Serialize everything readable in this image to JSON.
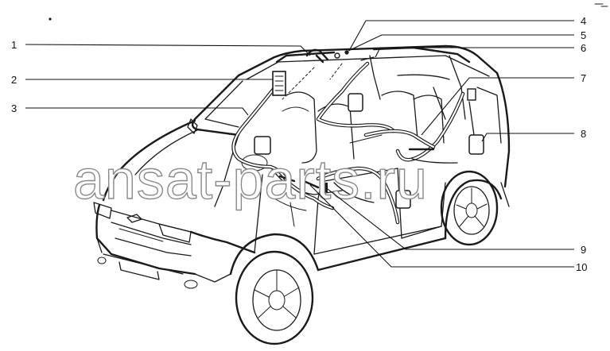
{
  "diagram": {
    "watermark": "ansat-parts.ru",
    "callouts": [
      {
        "id": "1",
        "label": "1"
      },
      {
        "id": "2",
        "label": "2"
      },
      {
        "id": "3",
        "label": "3"
      },
      {
        "id": "4",
        "label": "4"
      },
      {
        "id": "5",
        "label": "5"
      },
      {
        "id": "6",
        "label": "6"
      },
      {
        "id": "7",
        "label": "7"
      },
      {
        "id": "8",
        "label": "8"
      },
      {
        "id": "9",
        "label": "9"
      },
      {
        "id": "10",
        "label": "10"
      }
    ]
  }
}
